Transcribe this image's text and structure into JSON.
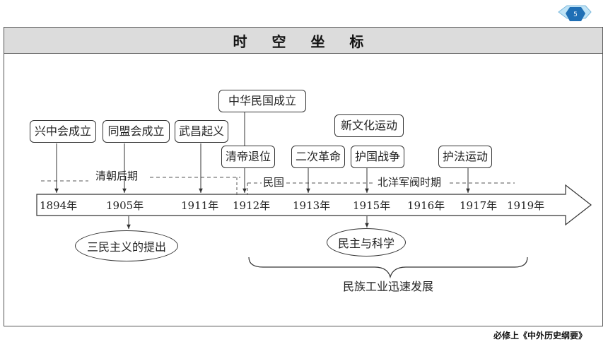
{
  "title": "时 空 坐 标",
  "footer": "必修上《中外历史纲要》",
  "badge_number": "5",
  "events": {
    "xingzhonghui": "兴中会成立",
    "tongmenghui": "同盟会成立",
    "wuchang": "武昌起义",
    "roc": "中华民国成立",
    "qing_abdication": "清帝退位",
    "second_revolution": "二次革命",
    "national_protection_war": "护国战争",
    "new_culture": "新文化运动",
    "constitution_protection": "护法运动"
  },
  "periods": {
    "late_qing": "清朝后期",
    "republic": "民国",
    "beiyang": "北洋军阀时期"
  },
  "years": [
    "1894年",
    "1905年",
    "1911年",
    "1912年",
    "1913年",
    "1915年",
    "1916年",
    "1917年",
    "1919年"
  ],
  "ideas": {
    "three_principles": "三民主义的提出",
    "democracy_science": "民主与科学",
    "industry": "民族工业迅速发展"
  }
}
